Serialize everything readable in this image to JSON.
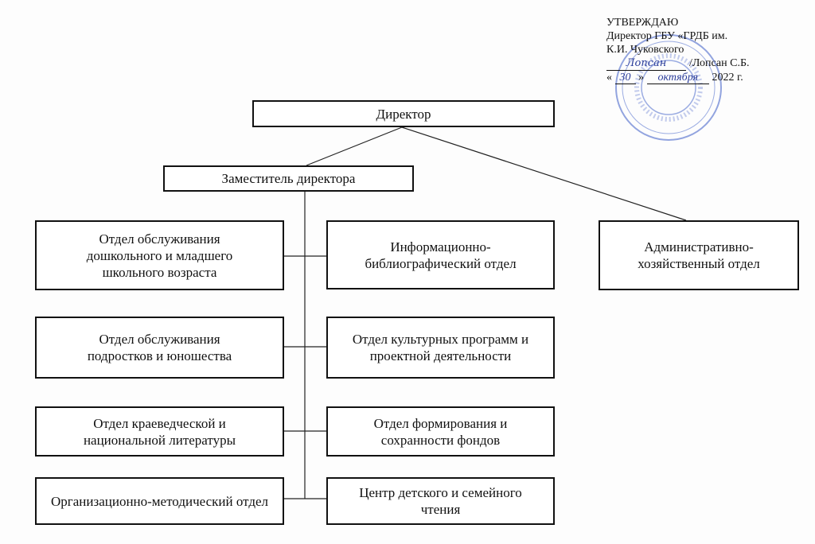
{
  "approval": {
    "title": "УТВЕРЖДАЮ",
    "position_line1": "Директор ГБУ «ГРДБ им.",
    "position_line2": "К.И. Чуковского",
    "name": "/Лопсан С.Б.",
    "date_prefix": "«",
    "day": "30",
    "date_mid": "»",
    "month": "октября",
    "year": "2022 г.",
    "signature": "Лопсан"
  },
  "chart": {
    "director": "Директор",
    "deputy": "Заместитель директора",
    "admin": "Административно-хозяйственный отдел",
    "left": [
      "Отдел обслуживания дошкольного и младшего школьного возраста",
      "Отдел обслуживания подростков и юношества",
      "Отдел краеведческой и национальной литературы",
      "Организационно-методический отдел"
    ],
    "middle": [
      "Информационно-библиографический отдел",
      "Отдел культурных программ и проектной деятельности",
      "Отдел формирования и сохранности фондов",
      "Центр детского и семейного чтения"
    ]
  },
  "colors": {
    "stamp": "#3a5bc7",
    "ink": "#111111"
  }
}
